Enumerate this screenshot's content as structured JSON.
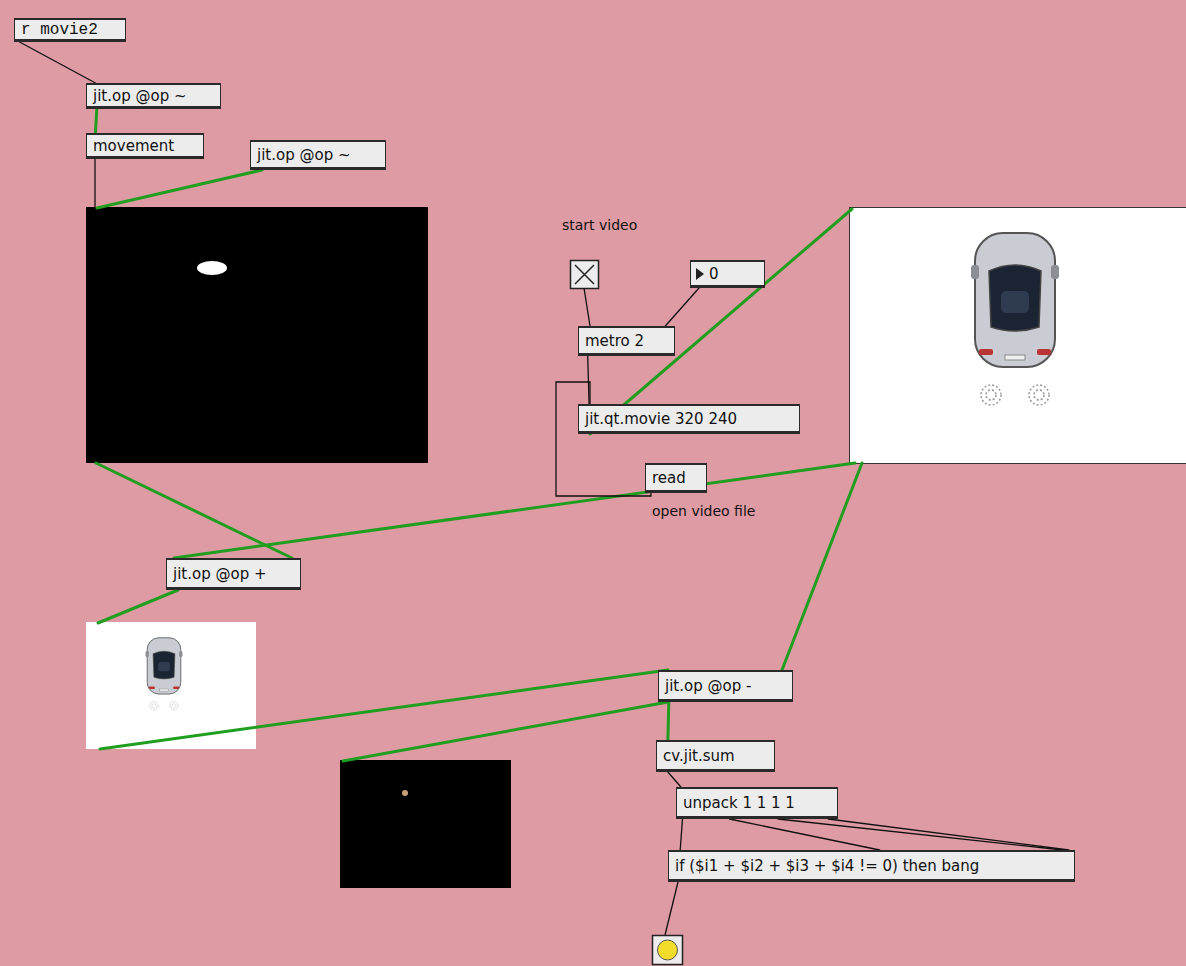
{
  "diagram": {
    "nodes": [
      {
        "text": [
          "r movie2"
        ]
      },
      {
        "text": [
          "jit.op @op ~"
        ]
      },
      {
        "text": [
          "movement"
        ]
      },
      {
        "text": [
          "jit.op @op ~"
        ]
      },
      {
        "text": [
          "0"
        ]
      },
      {
        "text": [
          "metro 2"
        ]
      },
      {
        "text": [
          "jit.qt.movie 320 240"
        ]
      },
      {
        "text": [
          "read"
        ]
      },
      {
        "text": [
          "jit.op @op +"
        ]
      },
      {
        "text": [
          "jit.op @op -"
        ]
      },
      {
        "text": [
          "cv.jit.sum"
        ]
      },
      {
        "text": [
          "unpack 1 1 1 1"
        ]
      },
      {
        "text": [
          "if ($i1 + $i2 + $i3 + $i4 != 0) then bang"
        ]
      }
    ],
    "edges": [
      {
        "from": 0,
        "to": 1,
        "arrow": "none"
      },
      {
        "from": 1,
        "to": 2,
        "arrow": "none"
      },
      {
        "from": 4,
        "to": 5,
        "arrow": "none"
      },
      {
        "from": 5,
        "to": 6,
        "arrow": "none"
      },
      {
        "from": 7,
        "to": 6,
        "arrow": "none"
      },
      {
        "from": 9,
        "to": 10,
        "arrow": "none"
      },
      {
        "from": 10,
        "to": 11,
        "arrow": "none"
      },
      {
        "from": 11,
        "to": 12,
        "arrow": "none"
      },
      {
        "from": 11,
        "to": 12,
        "arrow": "none"
      },
      {
        "from": 11,
        "to": 12,
        "arrow": "none"
      },
      {
        "from": 11,
        "to": 12,
        "arrow": "none"
      }
    ],
    "labels": [
      "start video",
      "open video file"
    ]
  }
}
